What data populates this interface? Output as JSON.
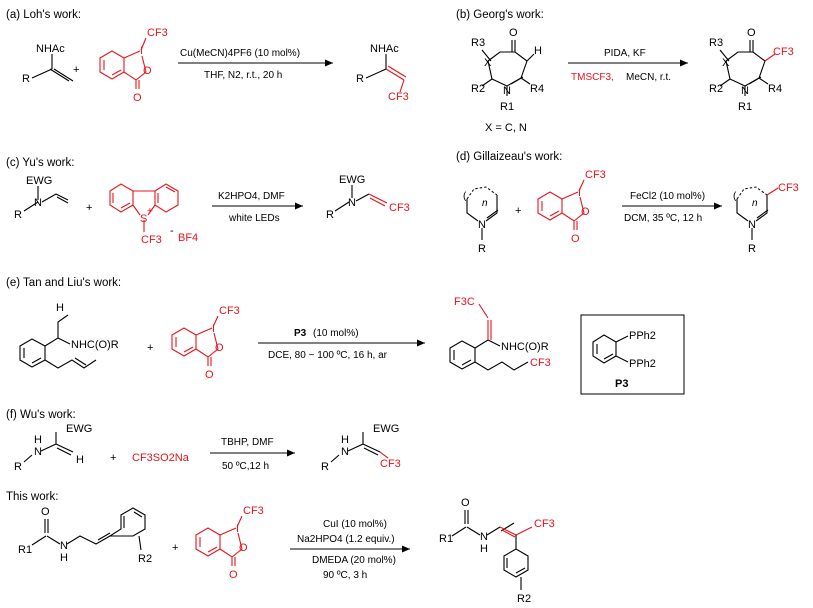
{
  "colors": {
    "reagent_red": "#e8141b",
    "ink": "#000000"
  },
  "panels": {
    "a": {
      "label": "(a) Loh's work:",
      "substrate": {
        "nhac": "NHAc",
        "r": "R"
      },
      "plus": "+",
      "togni": {
        "cf3": "CF3",
        "i": "I",
        "o": "O",
        "o2": "O"
      },
      "cond_above": "Cu(MeCN)4PF6 (10 mol%)",
      "cond_below": "THF, N2, r.t., 20 h",
      "product": {
        "nhac": "NHAc",
        "r": "R",
        "cf3": "CF3"
      }
    },
    "b": {
      "label": "(b) Georg's work:",
      "substrate": {
        "r3": "R3",
        "o": "O",
        "h": "H",
        "x": "X",
        "r2": "R2",
        "n": "N",
        "r4": "R4",
        "r1": "R1"
      },
      "scope": "X = C, N",
      "cond_above": "PIDA, KF",
      "cond_below_red": "TMSCF3,",
      "cond_below_black": "MeCN, r.t.",
      "product": {
        "r3": "R3",
        "o": "O",
        "cf3": "CF3",
        "x": "X",
        "r2": "R2",
        "n": "N",
        "r4": "R4",
        "r1": "R1"
      }
    },
    "c": {
      "label": "(c) Yu's work:",
      "substrate": {
        "ewg": "EWG",
        "n": "N",
        "r": "R"
      },
      "plus": "+",
      "reagent": {
        "s": "S",
        "plus_charge": "+",
        "cf3": "CF3",
        "bf4": "BF4",
        "minus": "-"
      },
      "cond_above": "K2HPO4, DMF",
      "cond_below": "white LEDs",
      "product": {
        "ewg": "EWG",
        "n": "N",
        "r": "R",
        "cf3": "CF3"
      }
    },
    "d": {
      "label": "(d) Gillaizeau's work:",
      "substrate": {
        "n_ring": "n",
        "n": "N",
        "r": "R"
      },
      "plus": "+",
      "togni": {
        "cf3": "CF3",
        "i": "I",
        "o": "O",
        "o2": "O"
      },
      "cond_above": "FeCl2 (10 mol%)",
      "cond_below": "DCM, 35 ºC, 12 h",
      "product": {
        "n_ring": "n",
        "n": "N",
        "r": "R",
        "cf3": "CF3"
      }
    },
    "e": {
      "label": "(e) Tan and Liu's work:",
      "substrate": {
        "h": "H",
        "nhcor": "NHC(O)R"
      },
      "plus": "+",
      "togni": {
        "cf3": "CF3",
        "i": "I",
        "o": "O",
        "o2": "O"
      },
      "cond_above_bold": "P3",
      "cond_above_rest": "(10 mol%)",
      "cond_below": "DCE, 80 ~ 100 ºC, 16 h, ar",
      "product": {
        "f3c": "F3C",
        "nhcor": "NHC(O)R",
        "cf3": "CF3"
      },
      "catalyst": {
        "pph2_top": "PPh2",
        "pph2_bottom": "PPh2",
        "name": "P3"
      }
    },
    "f": {
      "label": "(f) Wu's work:",
      "substrate": {
        "h_nh": "H",
        "n": "N",
        "ewg": "EWG",
        "r": "R",
        "h": "H"
      },
      "plus": "+",
      "reagent": "CF3SO2Na",
      "cond_above": "TBHP, DMF",
      "cond_below": "50 ºC,12 h",
      "product": {
        "h_nh": "H",
        "n": "N",
        "ewg": "EWG",
        "r": "R",
        "cf3": "CF3"
      }
    },
    "g": {
      "label": "This work:",
      "substrate": {
        "o": "O",
        "r1": "R1",
        "n": "N",
        "h": "H",
        "r2": "R2"
      },
      "plus": "+",
      "togni": {
        "cf3": "CF3",
        "i": "I",
        "o": "O",
        "o2": "O"
      },
      "cond_line1": "CuI (10 mol%)",
      "cond_line2": "Na2HPO4 (1.2 equiv.)",
      "cond_line3": "DMEDA (20 mol%)",
      "cond_line4": "90 ºC, 3 h",
      "product": {
        "o": "O",
        "r1": "R1",
        "n": "N",
        "h": "H",
        "cf3": "CF3",
        "r2": "R2"
      }
    }
  }
}
